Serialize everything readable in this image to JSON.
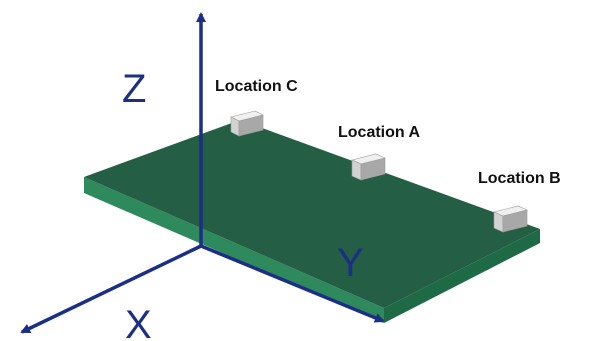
{
  "axes": {
    "x": "X",
    "y": "Y",
    "z": "Z"
  },
  "locations": {
    "a": "Location A",
    "b": "Location B",
    "c": "Location C"
  },
  "colors": {
    "axis": "#1b2f86",
    "board_top": "#245e45",
    "board_front": "#2e8a5c",
    "board_side": "#1f6a46",
    "component_top": "#f0f0f0",
    "component_front": "#d2d2d2",
    "component_side": "#a8a8a8"
  }
}
